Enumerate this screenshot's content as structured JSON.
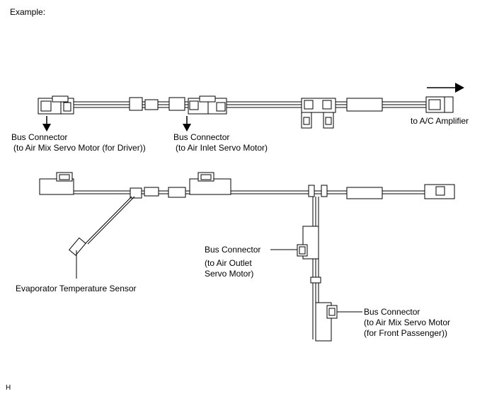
{
  "header": {
    "example_label": "Example:"
  },
  "footer": {
    "code": "H"
  },
  "labels": {
    "bus_connector_driver": {
      "line1": "Bus Connector",
      "line2": "(to Air Mix Servo Motor (for Driver))"
    },
    "bus_connector_inlet": {
      "line1": "Bus Connector",
      "line2": "(to Air Inlet Servo Motor)"
    },
    "ac_amplifier": "to A/C Amplifier",
    "bus_connector_outlet": {
      "line1": "Bus Connector",
      "line2": "(to Air Outlet",
      "line3": "Servo Motor)"
    },
    "evaporator_sensor": "Evaporator Temperature Sensor",
    "bus_connector_passenger": {
      "line1": "Bus Connector",
      "line2": "(to Air Mix Servo Motor",
      "line3": "(for Front Passenger))"
    }
  }
}
